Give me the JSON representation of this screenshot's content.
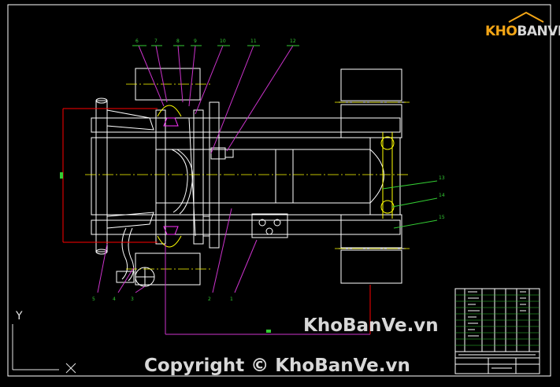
{
  "logo": {
    "brand_k": "KHO",
    "brand_b": "BANVE"
  },
  "watermark": {
    "line1": "KhoBanVe.vn",
    "line2": "Copyright © KhoBanVe.vn"
  },
  "ucs": {
    "y_axis": "Y",
    "x_axis": "X"
  },
  "callouts": {
    "n1": "1",
    "n2": "2",
    "n3": "3",
    "n4": "4",
    "n5": "5",
    "n6": "6",
    "n7": "7",
    "n8": "8",
    "n9": "9",
    "n10": "10",
    "n11": "11",
    "n12": "12",
    "n13": "13",
    "n14": "14",
    "n15": "15"
  },
  "colors": {
    "background": "#000000",
    "outline": "#ffffff",
    "centerline": "#ffff00",
    "dimension": "#ff0000",
    "leader_magenta": "#cc33cc",
    "leader_green": "#33cc33",
    "logo_orange": "#f2a516"
  }
}
